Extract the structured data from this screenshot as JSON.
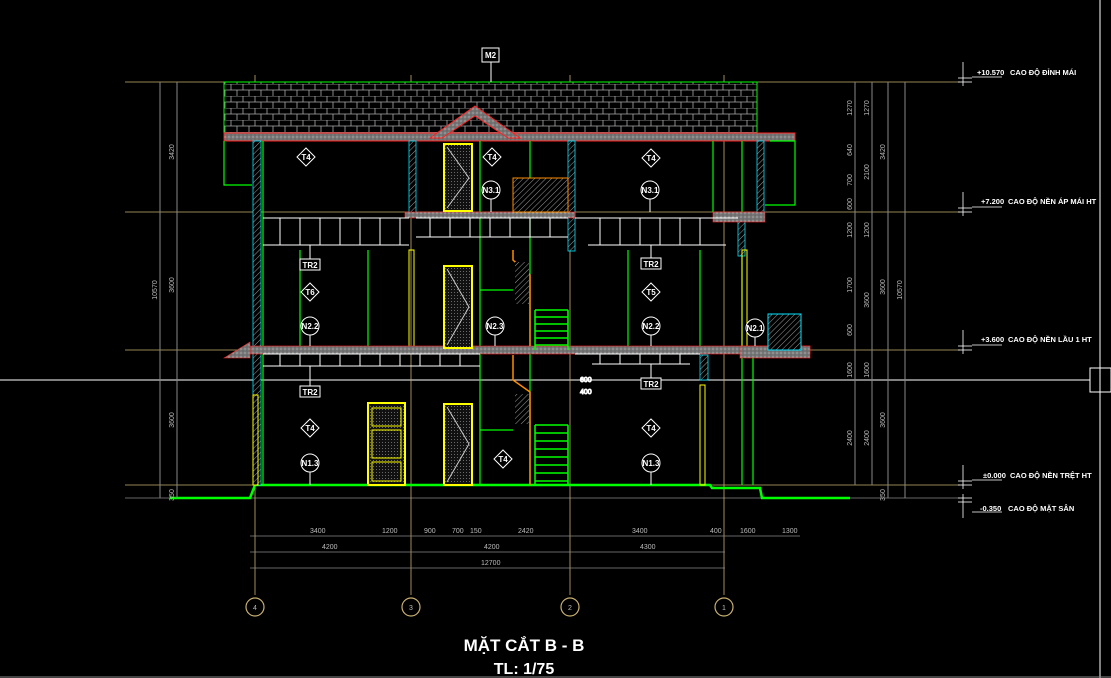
{
  "title": {
    "name": "MẶT CẮT B - B",
    "scale": "TL: 1/75"
  },
  "colors": {
    "background": "#000000",
    "wall": "#00ff00",
    "slab": "#ff2020",
    "door": "#ffff00",
    "stair": "#ff8c00",
    "column": "#00e5ff",
    "grid": "#c8b070",
    "dimension": "#909090"
  },
  "levels": [
    {
      "value": "+10.570",
      "label": "CAO ĐỘ ĐỈNH MÁI"
    },
    {
      "value": "+7.200",
      "label": "CAO ĐỘ NỀN ÁP MÁI HT"
    },
    {
      "value": "+3.600",
      "label": "CAO ĐỘ NỀN LẦU 1 HT"
    },
    {
      "value": "±0.000",
      "label": "CAO ĐỘ NỀN TRỆT HT"
    },
    {
      "value": "-0.350",
      "label": "CAO ĐỘ MẶT SÂN"
    }
  ],
  "grid_axes": [
    "4",
    "3",
    "2",
    "1"
  ],
  "dims_bottom": {
    "row1": [
      "3400",
      "1200",
      "900",
      "700",
      "150",
      "2420",
      "3400",
      "400",
      "1600",
      "1300"
    ],
    "row2": [
      "4200",
      "4200",
      "4300"
    ],
    "total": "12700"
  },
  "dims_left": {
    "parts": [
      "3420",
      "3600",
      "3600",
      "350"
    ],
    "total": "10570"
  },
  "dims_right": {
    "col1": [
      "1270",
      "640",
      "700",
      "600",
      "1200",
      "1700",
      "600",
      "1600",
      "2400"
    ],
    "col2": [
      "1270",
      "2100",
      "1200",
      "3600",
      "1600",
      "2400"
    ],
    "col3": [
      "3420",
      "3600",
      "3600",
      "350"
    ],
    "total": "10570"
  },
  "tags": {
    "roof": "M2",
    "diamonds": [
      "T4",
      "T4",
      "T4",
      "T6",
      "T5",
      "T4",
      "T4",
      "T4"
    ],
    "circles": [
      "N3.1",
      "N3.1",
      "N2.2",
      "N2.3",
      "N2.2",
      "N2.1",
      "N1.3",
      "N1.3"
    ],
    "boxes": [
      "TR2",
      "TR2",
      "TR2",
      "TR2"
    ],
    "small_dims": [
      "600",
      "400"
    ]
  }
}
